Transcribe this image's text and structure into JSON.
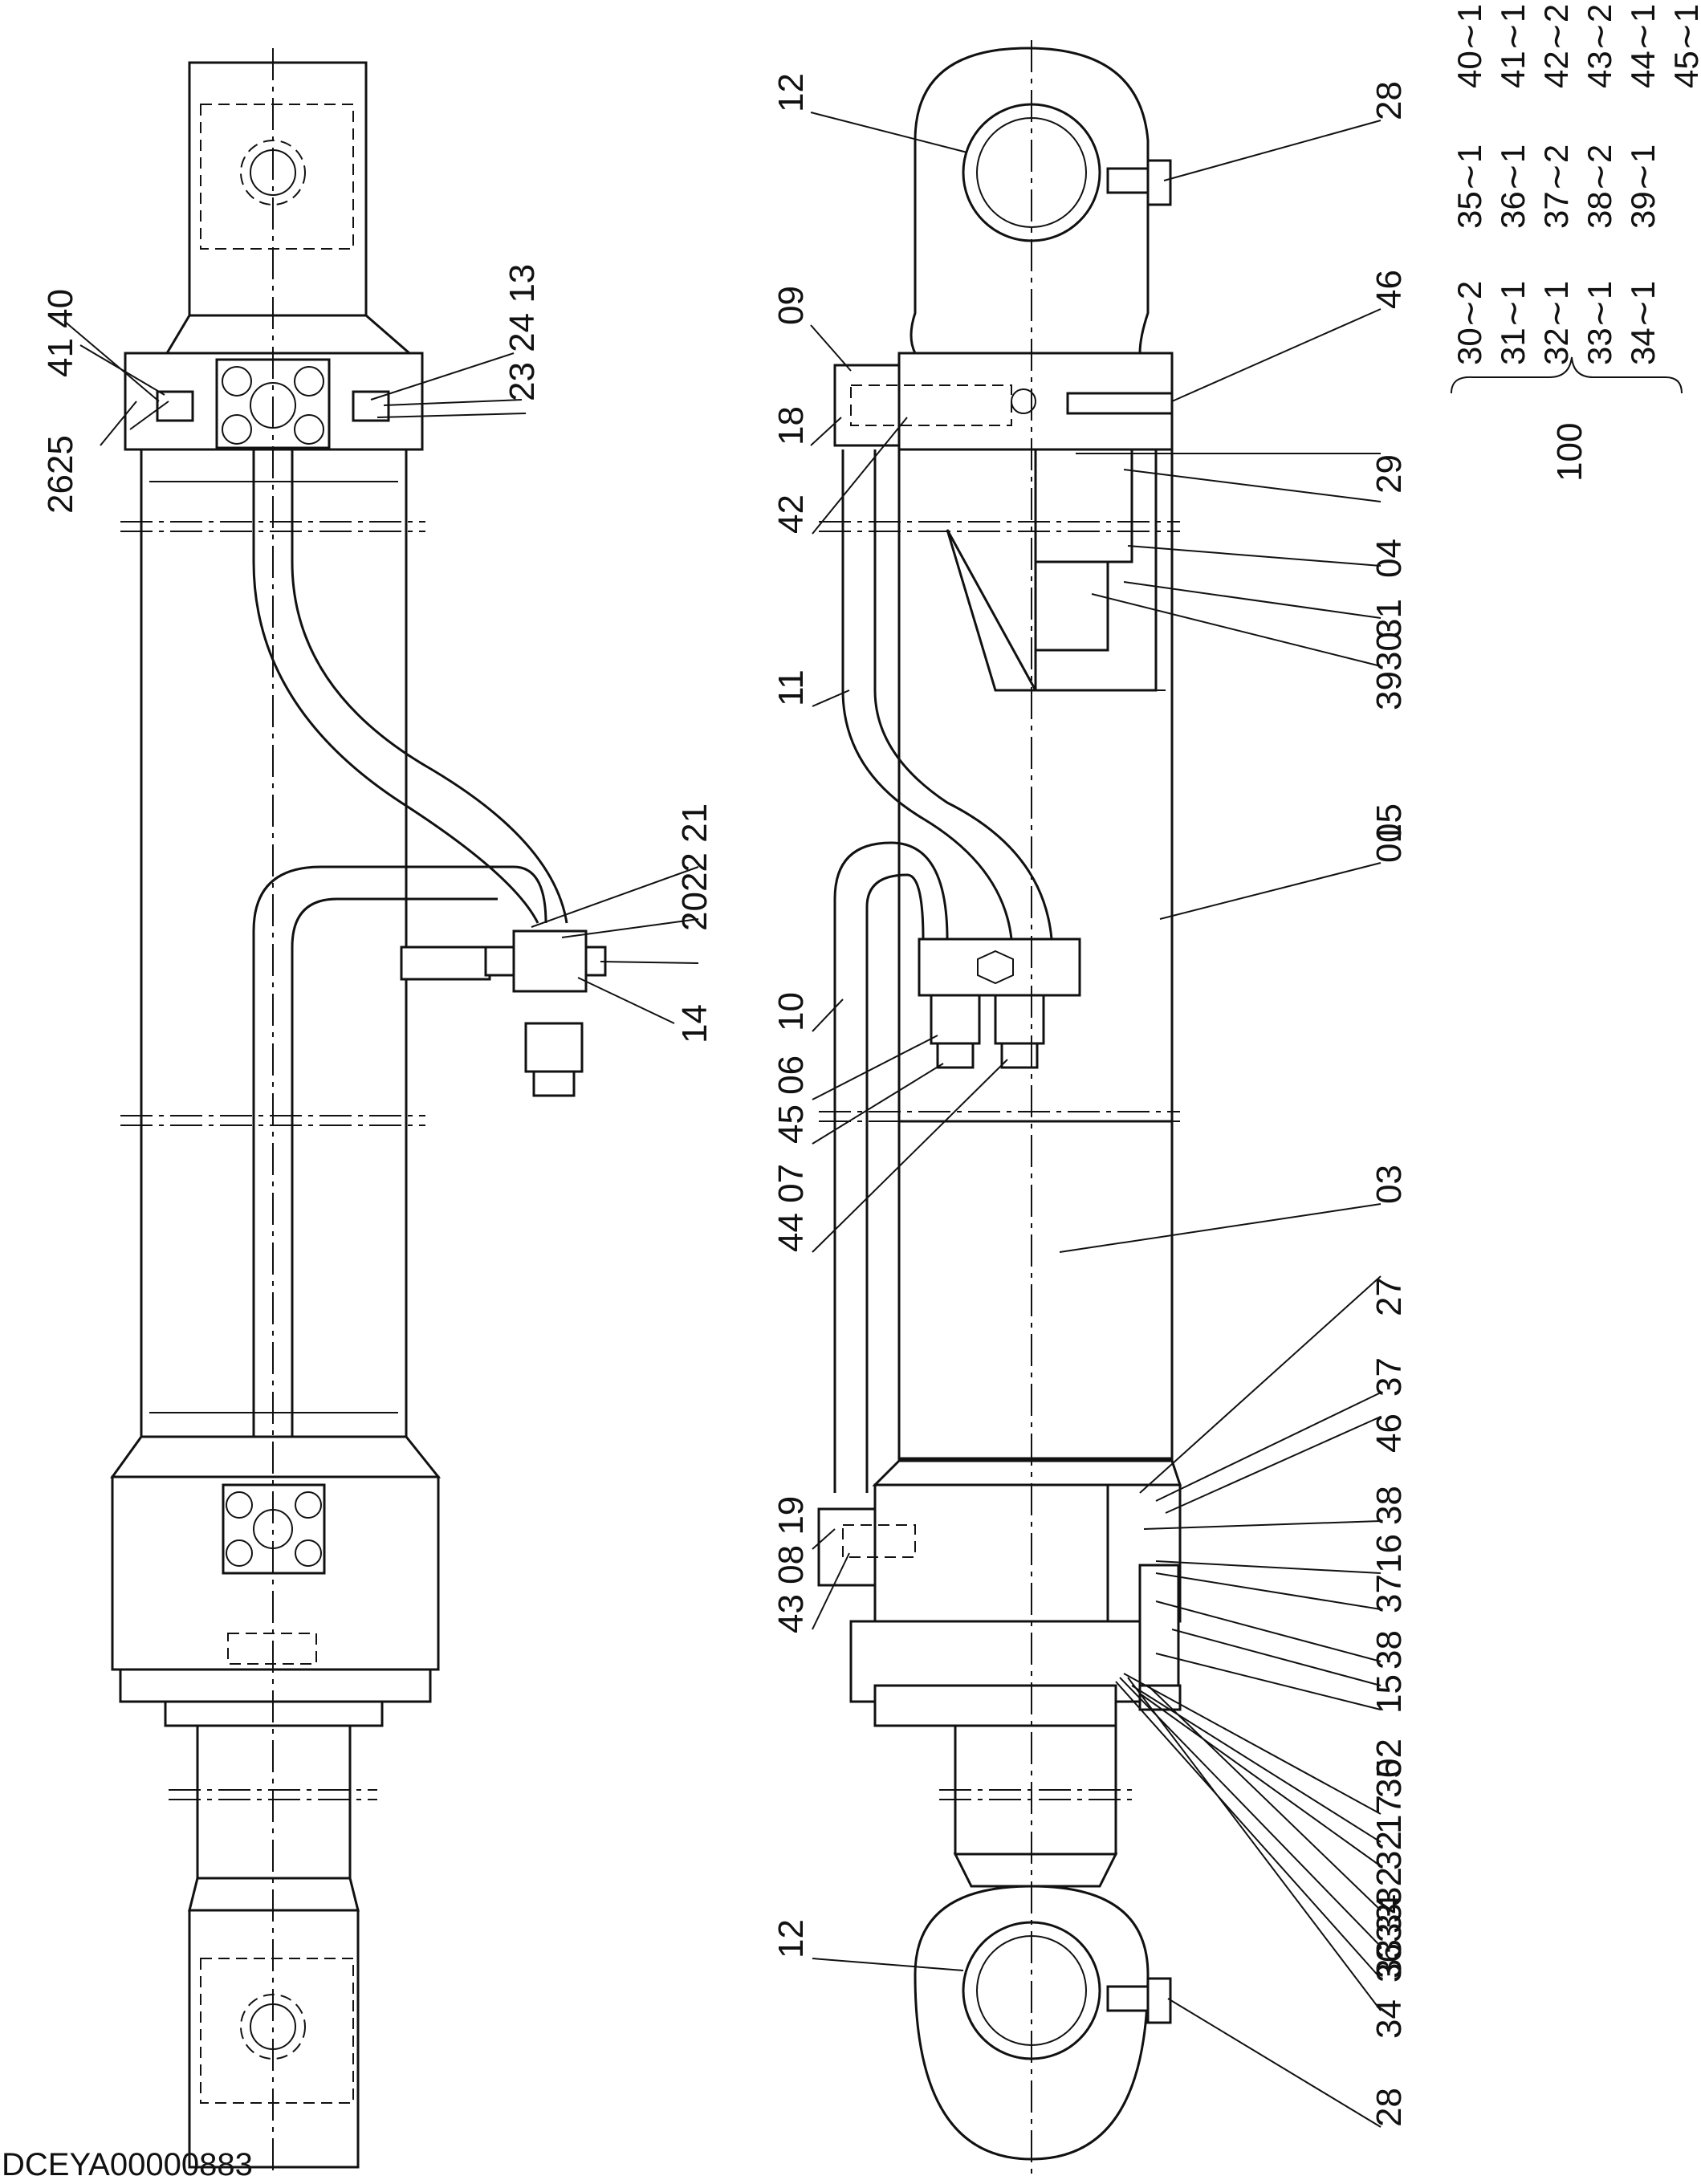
{
  "drawing_code": "DCEYA00000883",
  "assembly_number": "100",
  "callouts": [
    {
      "id": "lbl-2625",
      "text": "2625"
    },
    {
      "id": "lbl-41-40",
      "text": "41 40"
    },
    {
      "id": "lbl-23-24-13",
      "text": "23 24 13"
    },
    {
      "id": "lbl-2022-21",
      "text": "2022 21"
    },
    {
      "id": "lbl-14",
      "text": "14"
    },
    {
      "id": "lbl-12-top",
      "text": "12"
    },
    {
      "id": "lbl-09",
      "text": "09"
    },
    {
      "id": "lbl-18",
      "text": "18"
    },
    {
      "id": "lbl-42",
      "text": "42"
    },
    {
      "id": "lbl-11",
      "text": "11"
    },
    {
      "id": "lbl-10",
      "text": "10"
    },
    {
      "id": "lbl-45-06",
      "text": "45 06"
    },
    {
      "id": "lbl-44-07",
      "text": "44 07"
    },
    {
      "id": "lbl-43-08-19",
      "text": "43 08 19"
    },
    {
      "id": "lbl-12-bottom",
      "text": "12"
    },
    {
      "id": "lbl-28-top",
      "text": "28"
    },
    {
      "id": "lbl-46-top",
      "text": "46"
    },
    {
      "id": "lbl-29",
      "text": "29"
    },
    {
      "id": "lbl-04",
      "text": "04"
    },
    {
      "id": "lbl-31",
      "text": "31"
    },
    {
      "id": "lbl-3930",
      "text": "3930"
    },
    {
      "id": "lbl-05",
      "text": "05"
    },
    {
      "id": "lbl-01",
      "text": "01"
    },
    {
      "id": "lbl-03",
      "text": "03"
    },
    {
      "id": "lbl-27",
      "text": "27"
    },
    {
      "id": "lbl-37-a",
      "text": "37"
    },
    {
      "id": "lbl-46-bottom",
      "text": "46"
    },
    {
      "id": "lbl-38-a",
      "text": "38"
    },
    {
      "id": "lbl-16",
      "text": "16"
    },
    {
      "id": "lbl-37-b",
      "text": "37"
    },
    {
      "id": "lbl-38-b",
      "text": "38"
    },
    {
      "id": "lbl-15",
      "text": "15"
    },
    {
      "id": "lbl-02",
      "text": "02"
    },
    {
      "id": "lbl-35",
      "text": "35"
    },
    {
      "id": "lbl-17",
      "text": "17"
    },
    {
      "id": "lbl-32-a",
      "text": "32"
    },
    {
      "id": "lbl-32-b",
      "text": "32"
    },
    {
      "id": "lbl-33-a",
      "text": "33"
    },
    {
      "id": "lbl-33-b",
      "text": "33"
    },
    {
      "id": "lbl-34",
      "text": "34"
    },
    {
      "id": "lbl-36-34",
      "text": "36 34"
    },
    {
      "id": "lbl-28-bottom",
      "text": "28"
    }
  ],
  "bom_columns": [
    [
      "30∼2",
      "31∼1",
      "32∼1",
      "33∼1",
      "34∼1"
    ],
    [
      "35∼1",
      "36∼1",
      "37∼2",
      "38∼2",
      "39∼1"
    ],
    [
      "40∼1",
      "41∼1",
      "42∼2",
      "43∼2",
      "44∼1",
      "45∼1"
    ]
  ]
}
